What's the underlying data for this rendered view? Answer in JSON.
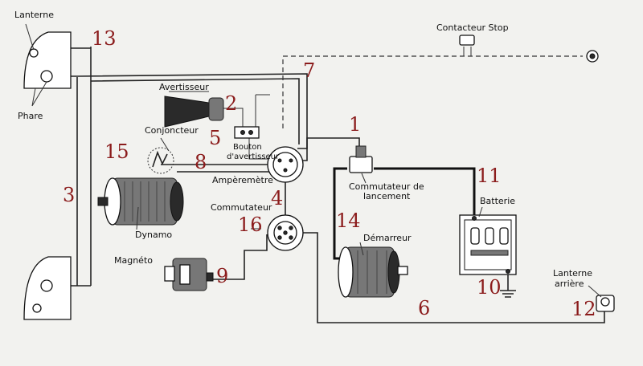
{
  "labels": {
    "lanterne": "Lanterne",
    "phare": "Phare",
    "contacteur_stop": "Contacteur Stop",
    "avertisseur": "Avertisseur",
    "bouton_line1": "Bouton",
    "bouton_line2": "d'avertisseur",
    "conjoncteur": "Conjoncteur",
    "amperemetre": "Ampèremètre",
    "commutateur_lancement_line1": "Commutateur de",
    "commutateur_lancement_line2": "lancement",
    "commutateur": "Commutateur",
    "batterie": "Batterie",
    "dynamo": "Dynamo",
    "demarreur": "Démarreur",
    "magneto": "Magnéto",
    "lanterne_arriere_line1": "Lanterne",
    "lanterne_arriere_line2": "arrière"
  },
  "numbers": {
    "n1": "1",
    "n2": "2",
    "n3": "3",
    "n4": "4",
    "n5": "5",
    "n6": "6",
    "n7": "7",
    "n8": "8",
    "n9": "9",
    "n10": "10",
    "n11": "11",
    "n12": "12",
    "n13": "13",
    "n14": "14",
    "n15": "15",
    "n16": "16"
  },
  "colors": {
    "number_color": "#8b1c1c"
  }
}
